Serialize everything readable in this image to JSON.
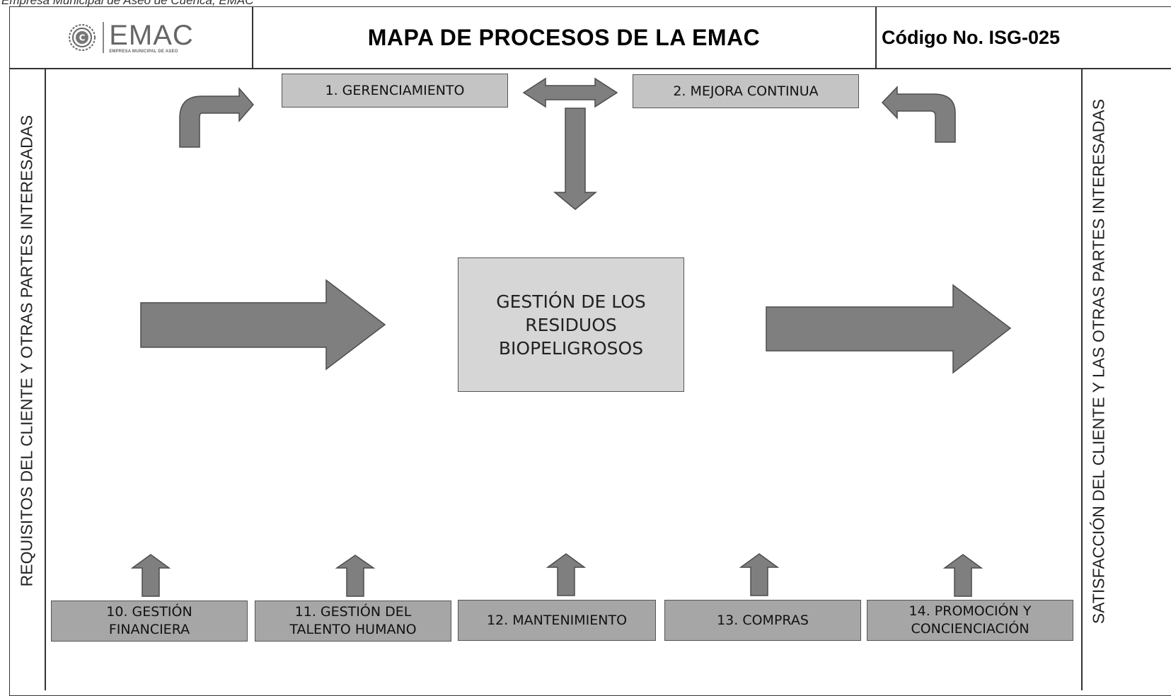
{
  "header": {
    "top_note": "Empresa Municipal de Aseo de Cuenca, EMAC",
    "logo_text": "EMAC",
    "logo_subtext": "EMPRESA MUNICIPAL DE ASEO",
    "title": "MAPA DE PROCESOS DE LA EMAC",
    "code": "Código No. ISG-025"
  },
  "side_labels": {
    "left": "REQUISITOS DEL CLIENTE Y OTRAS PARTES INTERESADAS",
    "right": "SATISFACCIÓN DEL CLIENTE Y LAS OTRAS PARTES INTERESADAS"
  },
  "strategic_processes": [
    "1. GERENCIAMIENTO",
    "2. MEJORA CONTINUA"
  ],
  "core_process": "GESTIÓN DE LOS\nRESIDUOS\nBIOPELIGROSOS",
  "support_processes": [
    "10. GESTIÓN\nFINANCIERA",
    "11. GESTIÓN DEL\nTALENTO HUMANO",
    "12. MANTENIMIENTO",
    "13. COMPRAS",
    "14. PROMOCIÓN Y\nCONCIENCIACIÓN"
  ],
  "colors": {
    "arrow_fill": "#7f7f7f",
    "arrow_stroke": "#4d4d4d",
    "support_box": "#a6a6a6",
    "strategic_box": "#c4c4c4",
    "core_box": "#d6d6d6"
  }
}
